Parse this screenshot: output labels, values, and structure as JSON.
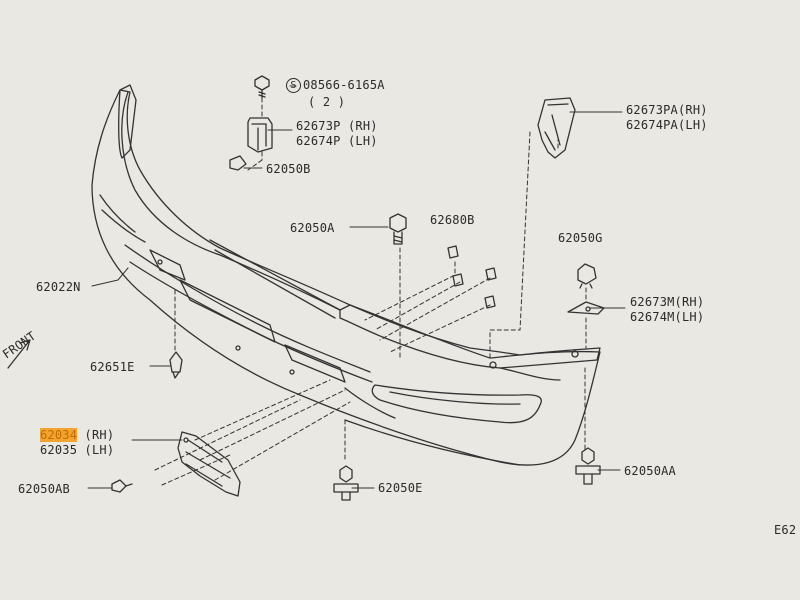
{
  "labels": {
    "bolt_symbol": "S",
    "bolt_part": "08566-6165A",
    "bolt_qty": "( 2 )",
    "p62673p": "62673P (RH)",
    "p62674p": "62674P (LH)",
    "p62050b": "62050B",
    "p62673pa": "62673PA(RH)",
    "p62674pa": "62674PA(LH)",
    "p62050a": "62050A",
    "p62680b": "62680B",
    "p62050g": "62050G",
    "p62022n": "62022N",
    "p62673m": "62673M(RH)",
    "p62674m": "62674M(LH)",
    "front": "FRONT",
    "p62651e": "62651E",
    "p62034_part": "62034",
    "p62034_side": " (RH)",
    "p62035": "62035 (LH)",
    "p62050aa": "62050AA",
    "p62050ab": "62050AB",
    "p62050e": "62050E",
    "page_ref": "E62"
  },
  "colors": {
    "paper": "#e9e8e2",
    "ink": "#2a2a2a",
    "highlight": "#f2a430"
  }
}
